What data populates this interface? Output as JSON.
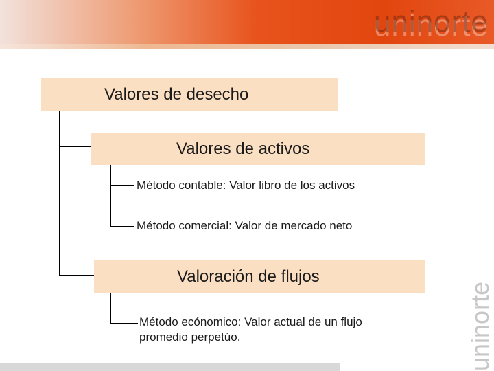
{
  "branding": {
    "logo_text": "uninorte",
    "side_logo_text": "uninorte"
  },
  "diagram": {
    "root": {
      "label": "Valores de desecho"
    },
    "branches": [
      {
        "label": "Valores de activos",
        "items": [
          "Método contable: Valor libro de los activos",
          "Método comercial: Valor de mercado neto"
        ]
      },
      {
        "label": "Valoración de flujos",
        "items": [
          "Método ecónomico: Valor actual de un flujo promedio perpetúo."
        ]
      }
    ]
  },
  "colors": {
    "box_fill": "#fbdfc3",
    "header_accent": "#e2460f",
    "connector": "#000000"
  }
}
